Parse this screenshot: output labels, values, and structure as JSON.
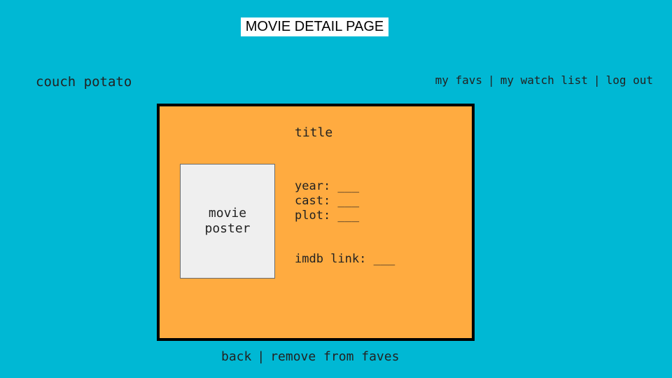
{
  "page_label": "MOVIE DETAIL PAGE",
  "brand": {
    "name": "couch potato"
  },
  "top_nav": {
    "items": [
      {
        "label": "my favs"
      },
      {
        "label": "my watch list"
      },
      {
        "label": "log out"
      }
    ],
    "separator": "|"
  },
  "detail_card": {
    "title": "title",
    "poster_label": "movie poster",
    "fields": [
      {
        "label": "year: ___"
      },
      {
        "label": "cast: ___"
      },
      {
        "label": "plot: ___"
      }
    ],
    "imdb_link": "imdb link: ___"
  },
  "bottom_nav": {
    "items": [
      {
        "label": "back"
      },
      {
        "label": "remove from faves"
      }
    ],
    "separator": "|"
  },
  "colors": {
    "page_background": "#00b8d4",
    "card_background": "#ffab40",
    "poster_background": "#efefef",
    "card_border": "#000000",
    "label_background": "#ffffff"
  }
}
